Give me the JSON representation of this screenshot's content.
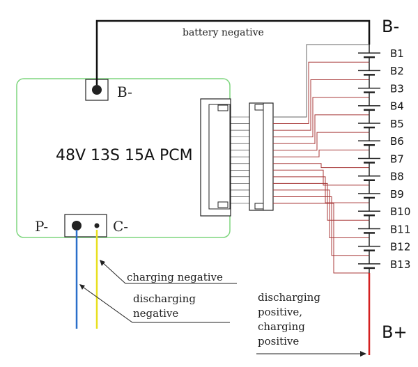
{
  "board": {
    "title": "48V 13S 15A PCM",
    "pad_b_minus": "B-",
    "pad_p_minus": "P-",
    "pad_c_minus": "C-"
  },
  "top_label": "battery negative",
  "battery_terminal_negative": "B-",
  "battery_terminal_positive": "B+",
  "cells": [
    "B1",
    "B2",
    "B3",
    "B4",
    "B5",
    "B6",
    "B7",
    "B8",
    "B9",
    "B10",
    "B11",
    "B12",
    "B13"
  ],
  "annotations": {
    "charging_negative": "charging negative",
    "discharging_negative": [
      "discharging",
      "negative"
    ],
    "pack_positive": [
      "discharging",
      "positive,",
      "charging",
      "positive"
    ]
  },
  "colors": {
    "board_outline": "#7fd67f",
    "balance_wire": "#a83a3a",
    "discharge_wire": "#2a6fc9",
    "charge_wire": "#e8e020",
    "positive_wire": "#d42020"
  }
}
